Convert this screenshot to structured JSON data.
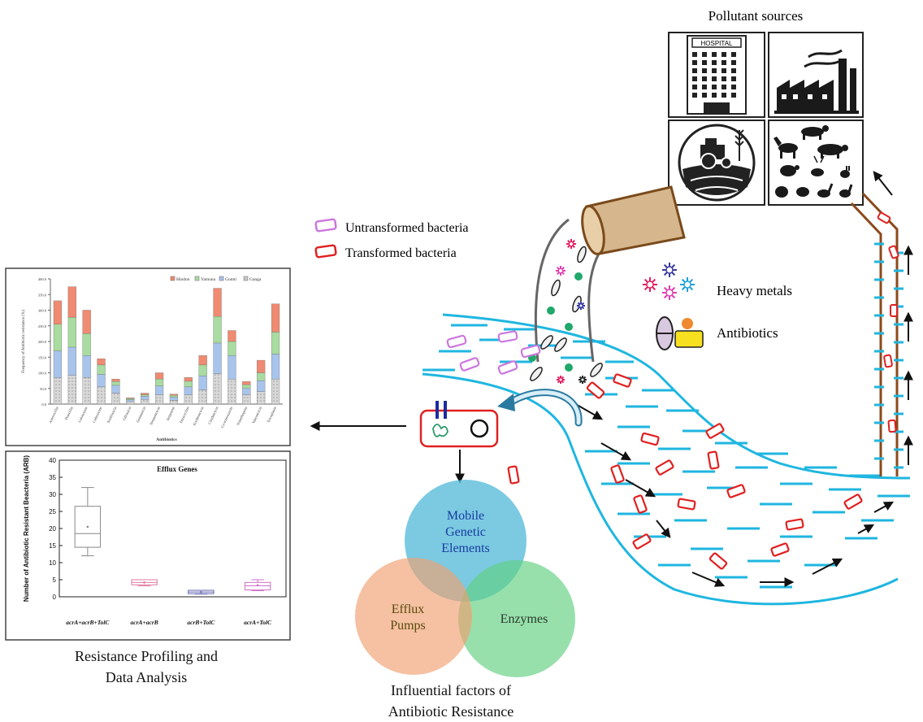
{
  "pollutant_sources": {
    "title": "Pollutant sources",
    "hospital_sign": "HOSPITAL",
    "tiles": [
      "hospital-icon",
      "factory-icon",
      "farming-tractor-icon",
      "livestock-animals-icon"
    ]
  },
  "legend": {
    "untransformed": "Untransformed bacteria",
    "transformed": "Transformed bacteria",
    "untransformed_color": "#cc77dd",
    "transformed_color": "#e02020"
  },
  "contaminants": {
    "heavy_metals": "Heavy metals",
    "antibiotics": "Antibiotics"
  },
  "venn": {
    "title_line1": "Influential  factors of",
    "title_line2": "Antibiotic Resistance",
    "mge": [
      "Mobile",
      "Genetic",
      "Elements"
    ],
    "efflux": [
      "Efflux",
      "Pumps"
    ],
    "enzymes": "Enzymes",
    "colors": {
      "mge": "#4fb8d8",
      "efflux": "#f0a070",
      "enzymes": "#6fd48a"
    }
  },
  "analysis_caption": {
    "line1": "Resistance Profiling and",
    "line2": "Data Analysis"
  },
  "colors": {
    "river": "#1fb6e0",
    "arrow": "#111111",
    "wall": "#8b4a1a"
  },
  "chart_data": [
    {
      "type": "bar",
      "stacked": true,
      "legend_position": "top",
      "ylabel": "Frequency of Antibiotic resistance (%)",
      "xlabel": "Antibiotics",
      "series_names": [
        "Hindon",
        "Yamuna",
        "Gomti",
        "Ganga"
      ],
      "series_colors": [
        "#f08a70",
        "#a8dca0",
        "#a8c4ec",
        "#c8c8c8"
      ],
      "y_ticks": [
        "0.0",
        "50.0",
        "100.0",
        "150.0",
        "200.0",
        "250.0",
        "300.0",
        "350.0",
        "400.0"
      ],
      "ylim": [
        0,
        400
      ],
      "categories": [
        "Amoxicillin",
        "Penicillin",
        "Cefotaxime",
        "Ceftriaxone",
        "Norfloxacin",
        "Ofloxacin",
        "Gentamicin",
        "Streptomycin",
        "Imipenem",
        "Tetracycline",
        "Erythromycin",
        "Clindamycin",
        "Co-trimoxazole",
        "Trimethoprim",
        "Vancomycin",
        "Teicoplanin"
      ],
      "series": [
        {
          "name": "Ganga",
          "values": [
            85,
            92,
            85,
            55,
            35,
            8,
            15,
            30,
            12,
            30,
            45,
            97,
            80,
            30,
            40,
            80
          ]
        },
        {
          "name": "Gomti",
          "values": [
            85,
            90,
            70,
            40,
            25,
            6,
            10,
            28,
            10,
            25,
            45,
            98,
            75,
            20,
            35,
            80
          ]
        },
        {
          "name": "Yamuna",
          "values": [
            85,
            95,
            70,
            30,
            12,
            4,
            5,
            22,
            6,
            18,
            35,
            85,
            45,
            12,
            25,
            70
          ]
        },
        {
          "name": "Hindon",
          "values": [
            75,
            98,
            75,
            20,
            8,
            2,
            5,
            20,
            4,
            12,
            30,
            90,
            35,
            10,
            40,
            90
          ]
        }
      ]
    },
    {
      "type": "box",
      "title": "Efflux Genes",
      "ylabel": "Number of Antibiotic Resistant Beacteria (ARB)",
      "y_ticks": [
        "0",
        "5",
        "10",
        "15",
        "20",
        "25",
        "30",
        "35",
        "40"
      ],
      "ylim": [
        0,
        40
      ],
      "categories": [
        "acrA+acrB+TolC",
        "acrA+acrB",
        "acrB+TolC",
        "acrA+TolC"
      ],
      "boxes": [
        {
          "min": 12,
          "q1": 14.5,
          "median": 18.5,
          "q3": 26.5,
          "max": 32,
          "mean": 20.5,
          "color": "#888888"
        },
        {
          "min": 3.2,
          "q1": 3.5,
          "median": 4.2,
          "q3": 5,
          "max": 5,
          "mean": 4.2,
          "color": "#e07aa0"
        },
        {
          "min": 0.8,
          "q1": 0.9,
          "median": 1.4,
          "q3": 1.9,
          "max": 1.9,
          "mean": 1.4,
          "color": "#6a6ab0"
        },
        {
          "min": 1.8,
          "q1": 2,
          "median": 3.2,
          "q3": 4.2,
          "max": 5,
          "mean": 3.4,
          "color": "#d070c8"
        }
      ]
    }
  ]
}
